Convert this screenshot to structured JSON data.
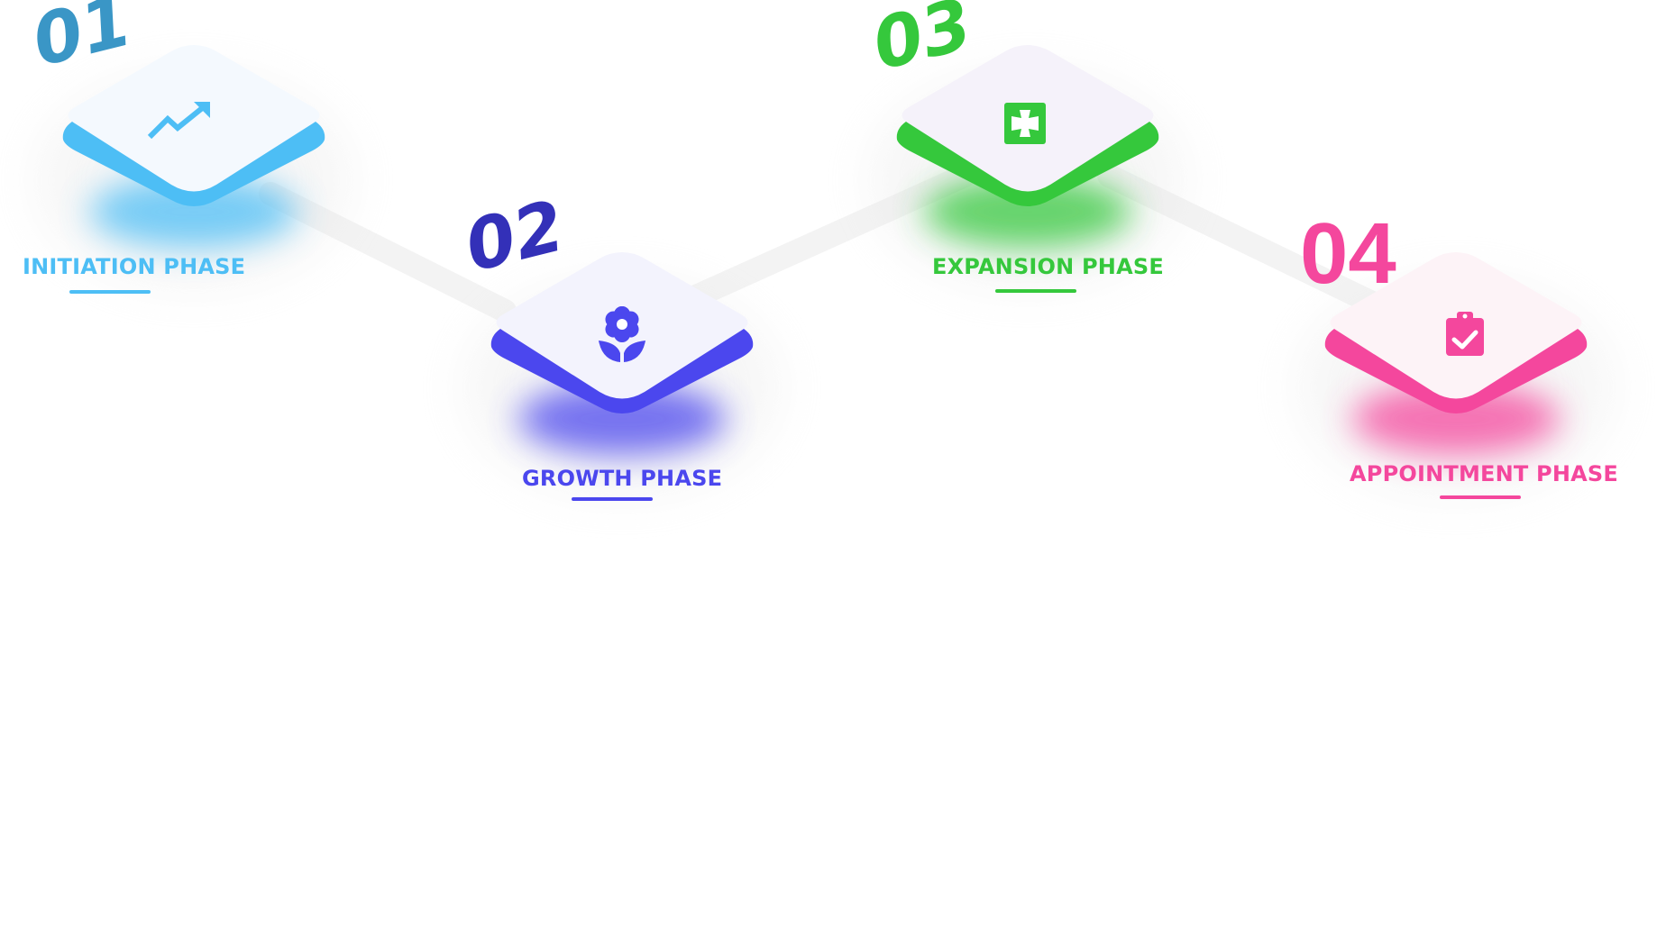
{
  "phases": [
    {
      "number": "01",
      "label": "INITIATION PHASE",
      "icon": "trending-up-icon",
      "color": "#4DBEF5",
      "number_color": "#3A96C6",
      "tile_color": "#F4F9FE"
    },
    {
      "number": "02",
      "label": "GROWTH PHASE",
      "icon": "flower-icon",
      "color": "#4B47EE",
      "number_color": "#3330B8",
      "tile_color": "#F3F3FD"
    },
    {
      "number": "03",
      "label": "EXPANSION PHASE",
      "icon": "puzzle-cross-icon",
      "color": "#35C83C",
      "number_color": "#35C83C",
      "tile_color": "#F5F2FA"
    },
    {
      "number": "04",
      "label": "APPOINTMENT PHASE",
      "icon": "clipboard-check-icon",
      "color": "#F4479D",
      "number_color": "#F4479D",
      "tile_color": "#FDF3F7"
    }
  ]
}
